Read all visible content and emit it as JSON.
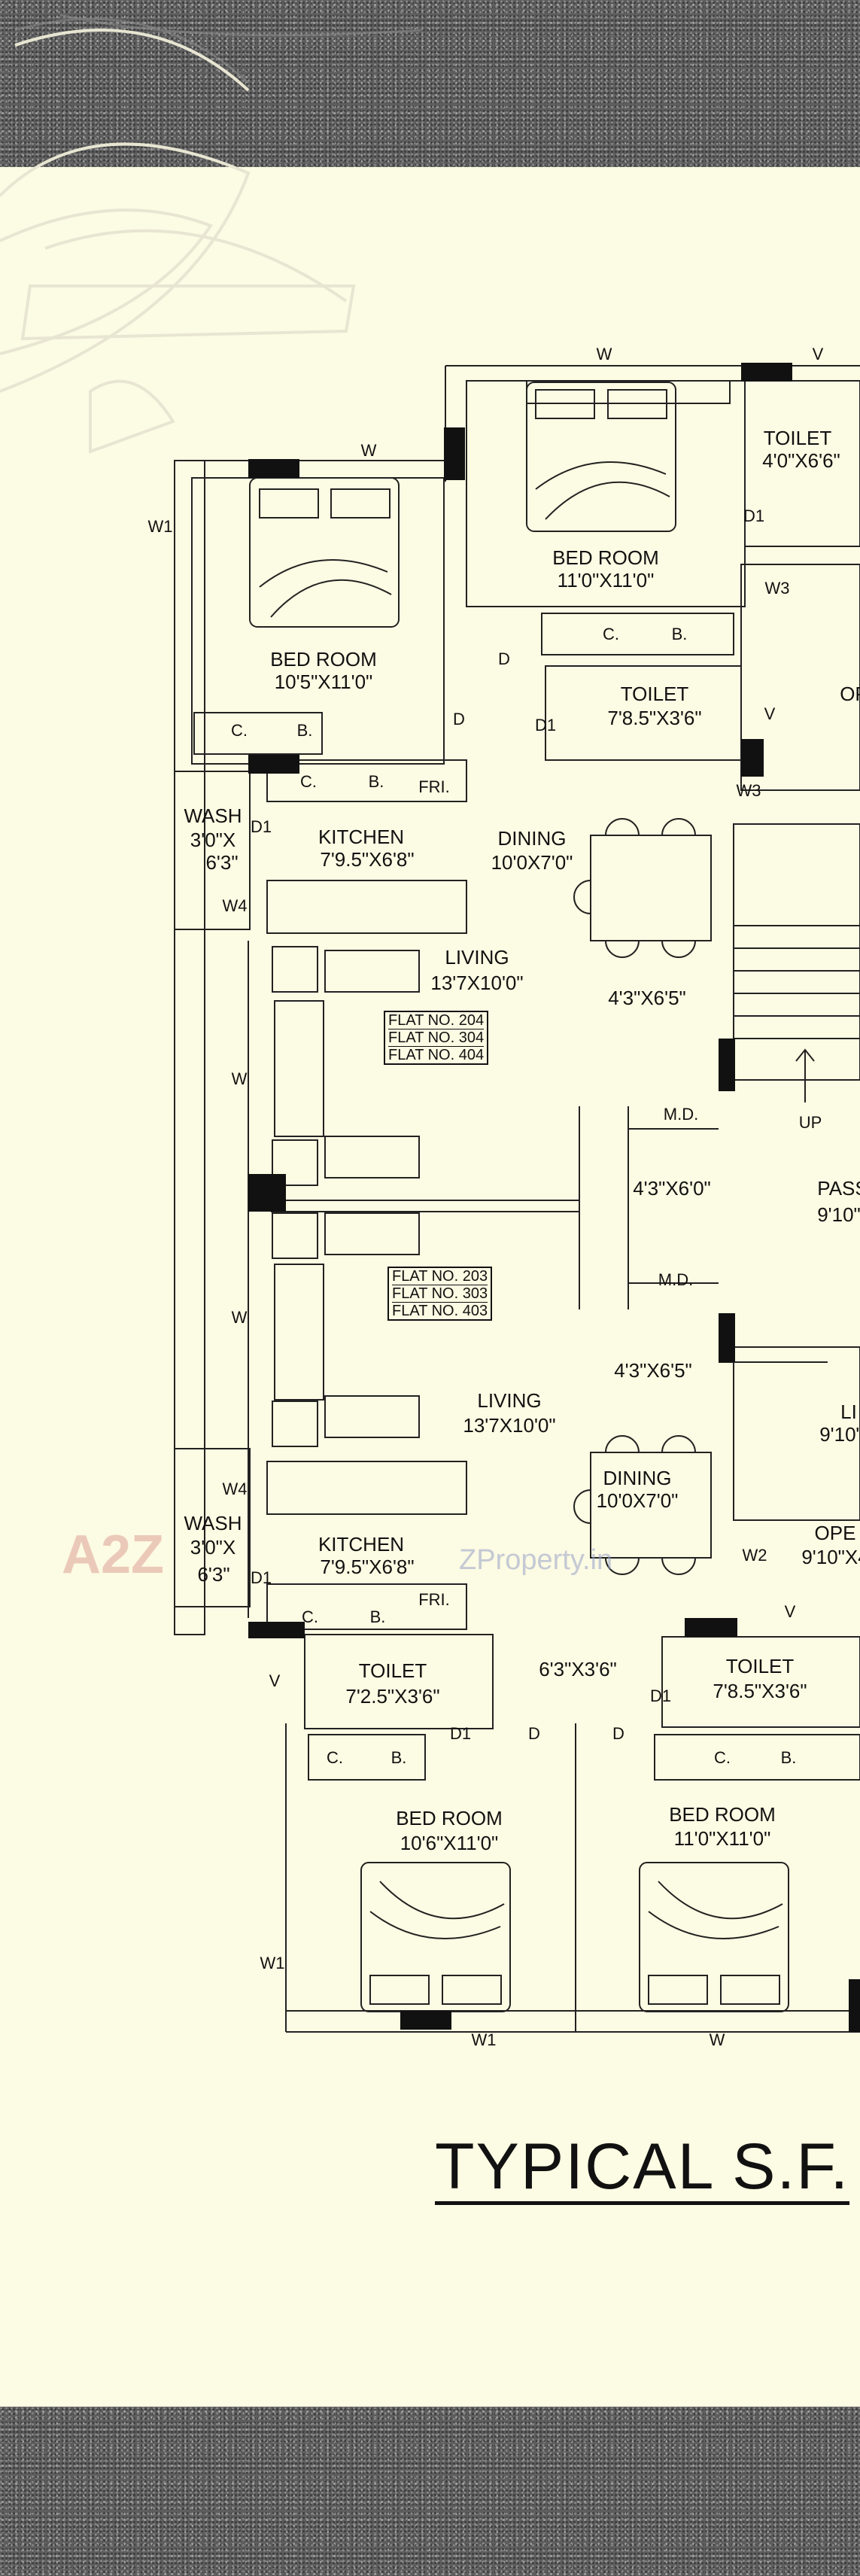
{
  "title": "TYPICAL S.F.",
  "watermark": {
    "logo": "A2Z",
    "site": "ZProperty.in"
  },
  "rooms": {
    "bed_room_tl": {
      "name": "BED ROOM",
      "size": "10'5\"X11'0\""
    },
    "bed_room_tr": {
      "name": "BED ROOM",
      "size": "11'0\"X11'0\""
    },
    "toilet_top_right": {
      "name": "TOILET",
      "size": "4'0\"X6'6\""
    },
    "toilet_mid_top": {
      "name": "TOILET",
      "size": "7'8.5\"X3'6\""
    },
    "wash_top": {
      "name": "WASH",
      "size1": "3'0\"X",
      "size2": "6'3\""
    },
    "kitchen_top": {
      "name": "KITCHEN",
      "size": "7'9.5\"X6'8\""
    },
    "dining_top": {
      "name": "DINING",
      "size": "10'0X7'0\""
    },
    "living_top": {
      "name": "LIVING",
      "size": "13'7X10'0\""
    },
    "lobby_top": {
      "size": "4'3\"X6'5\""
    },
    "passage": {
      "name": "PASS",
      "size": "9'10\""
    },
    "hall": {
      "size": "4'3\"X6'0\""
    },
    "lobby_bottom": {
      "size": "4'3\"X6'5\""
    },
    "living_bottom": {
      "name": "LIVING",
      "size": "13'7X10'0\""
    },
    "li_right": {
      "name": "LI",
      "size": "9'10\""
    },
    "ope_right": {
      "name": "OPE",
      "size": "9'10\"X4"
    },
    "ope_top": {
      "name": "OP"
    },
    "dining_bottom": {
      "name": "DINING",
      "size": "10'0X7'0\""
    },
    "wash_bottom": {
      "name": "WASH",
      "size1": "3'0\"X",
      "size2": "6'3\""
    },
    "kitchen_bottom": {
      "name": "KITCHEN",
      "size": "7'9.5\"X6'8\""
    },
    "toilet_bl": {
      "name": "TOILET",
      "size": "7'2.5\"X3'6\""
    },
    "toilet_br": {
      "name": "TOILET",
      "size": "7'8.5\"X3'6\""
    },
    "corridor_bottom": {
      "size": "6'3\"X3'6\""
    },
    "bed_room_bl": {
      "name": "BED ROOM",
      "size": "10'6\"X11'0\""
    },
    "bed_room_br": {
      "name": "BED ROOM",
      "size": "11'0\"X11'0\""
    }
  },
  "flats_top": [
    "FLAT NO. 204",
    "FLAT NO. 304",
    "FLAT NO. 404"
  ],
  "flats_bottom": [
    "FLAT NO. 203",
    "FLAT NO. 303",
    "FLAT NO. 403"
  ],
  "marks": {
    "w": "W",
    "w1": "W1",
    "w2": "W2",
    "w3": "W3",
    "w4": "W4",
    "v": "V",
    "d": "D",
    "d1": "D1",
    "md": "M.D.",
    "up": "UP",
    "c": "C.",
    "b": "B.",
    "fri": "FRI."
  }
}
